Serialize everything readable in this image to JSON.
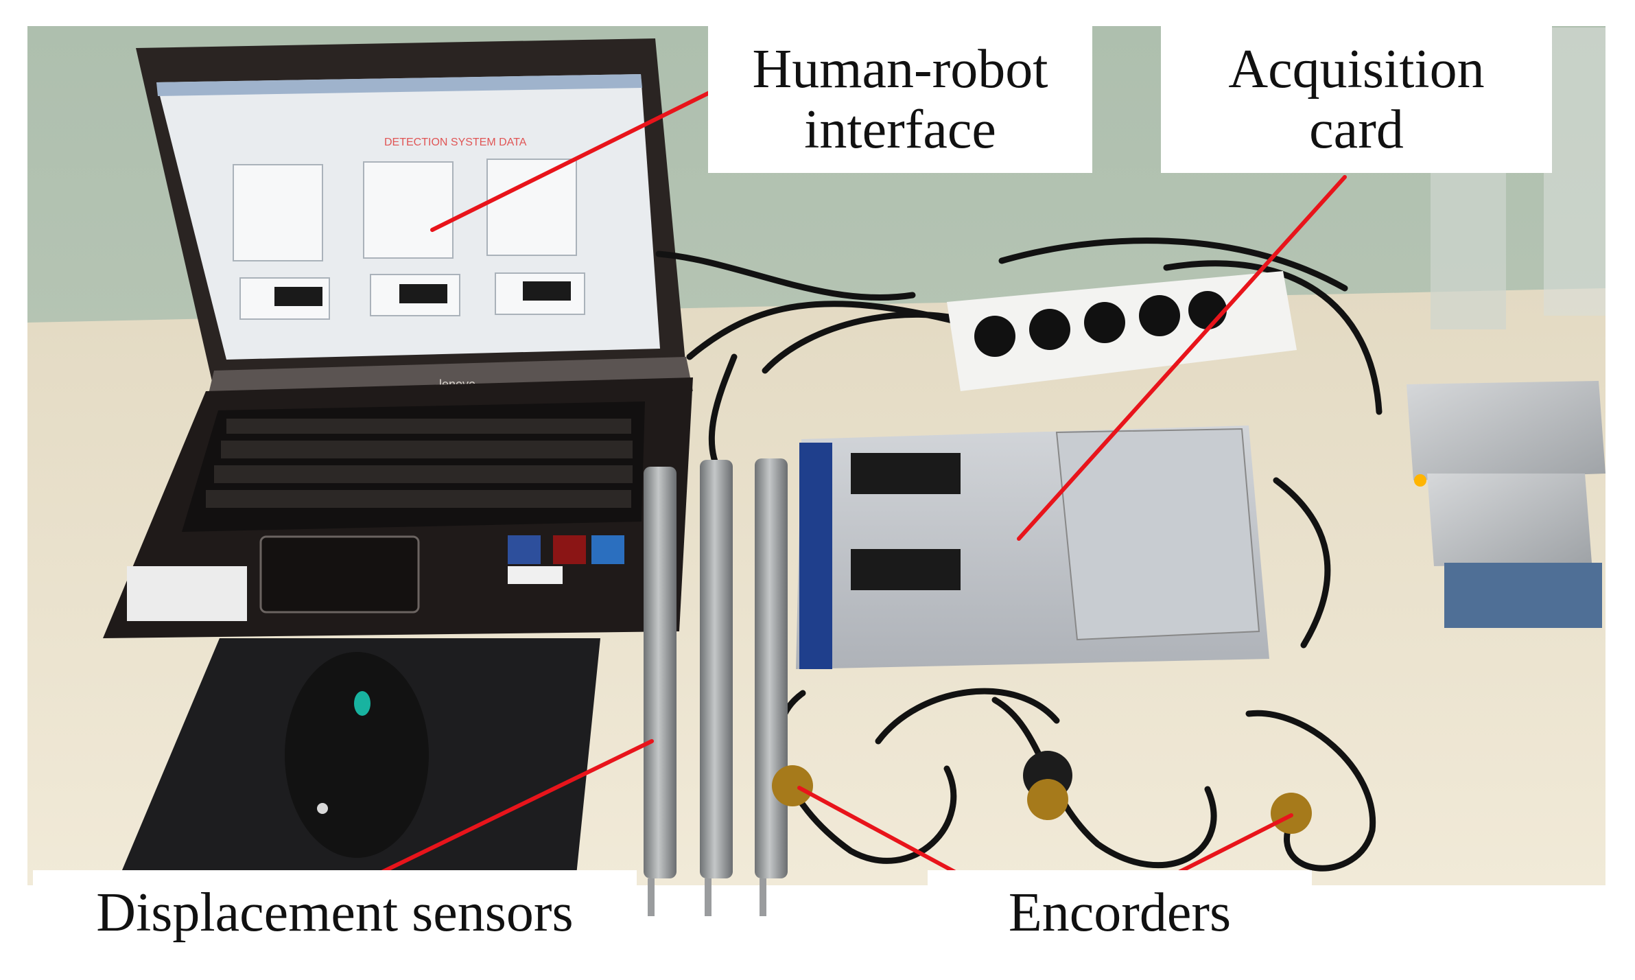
{
  "labels": {
    "human_robot_interface": [
      "Human-robot",
      "interface"
    ],
    "acquisition_card": [
      "Acquisition",
      "card"
    ],
    "displacement_sensors": "Displacement sensors",
    "encoders": "Encorders"
  },
  "screen": {
    "title": "DETECTION SYSTEM DATA",
    "laptop_brand": "lenovo"
  },
  "colors": {
    "pointer_line": "#e8141b",
    "wall": "#b5c3b3",
    "desk": "#ece3cc",
    "laptop": "#2a2422",
    "screen_bg": "#e9ecef",
    "sensor_rod": "#9fa2a4",
    "daq_body": "#c9ccd0"
  }
}
